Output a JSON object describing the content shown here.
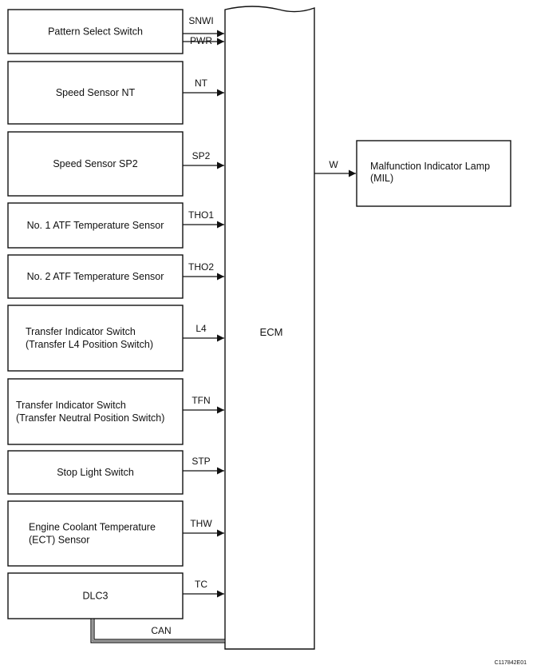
{
  "components": [
    {
      "id": "pattern-select-switch",
      "lines": [
        "Pattern Select Switch"
      ],
      "signals": [
        "SNWI",
        "PWR"
      ]
    },
    {
      "id": "speed-sensor-nt",
      "lines": [
        "Speed Sensor NT"
      ],
      "signals": [
        "NT"
      ]
    },
    {
      "id": "speed-sensor-sp2",
      "lines": [
        "Speed Sensor SP2"
      ],
      "signals": [
        "SP2"
      ]
    },
    {
      "id": "no1-atf-temperature-sensor",
      "lines": [
        "No. 1 ATF Temperature Sensor"
      ],
      "signals": [
        "THO1"
      ]
    },
    {
      "id": "no2-atf-temperature-sensor",
      "lines": [
        "No. 2 ATF Temperature Sensor"
      ],
      "signals": [
        "THO2"
      ]
    },
    {
      "id": "transfer-indicator-switch-l4",
      "lines": [
        "Transfer Indicator Switch",
        "(Transfer L4 Position Switch)"
      ],
      "signals": [
        "L4"
      ]
    },
    {
      "id": "transfer-indicator-switch-neutral",
      "lines": [
        "Transfer Indicator Switch",
        "(Transfer Neutral Position Switch)"
      ],
      "signals": [
        "TFN"
      ]
    },
    {
      "id": "stop-light-switch",
      "lines": [
        "Stop Light Switch"
      ],
      "signals": [
        "STP"
      ]
    },
    {
      "id": "engine-coolant-temperature-sensor",
      "lines": [
        "Engine Coolant Temperature",
        "(ECT) Sensor"
      ],
      "signals": [
        "THW"
      ]
    },
    {
      "id": "dlc3",
      "lines": [
        "DLC3"
      ],
      "signals": [
        "TC"
      ]
    }
  ],
  "ecm": {
    "label": "ECM"
  },
  "output": {
    "lines": [
      "Malfunction Indicator Lamp",
      "(MIL)"
    ],
    "signal": "W"
  },
  "bus": {
    "label": "CAN"
  },
  "figure_code": "C117842E01"
}
